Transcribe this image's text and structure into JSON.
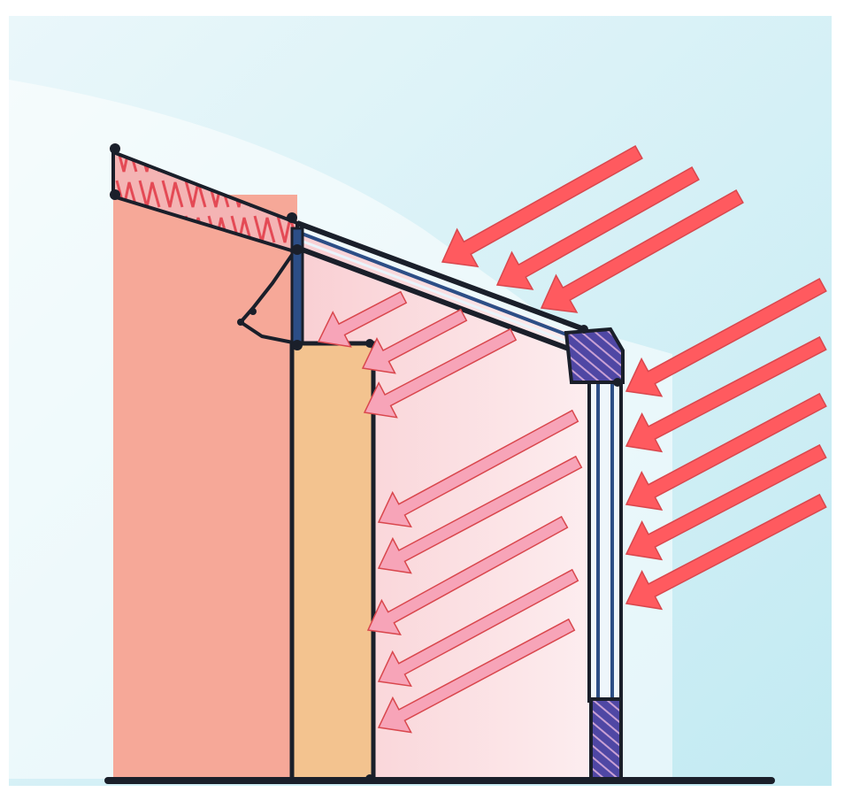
{
  "diagram": {
    "subject": "sunspace-cross-section",
    "text_labels": [],
    "elements": {
      "sky": "sky-background",
      "house_wall": "house-wall",
      "roof_insulation": "roof-insulation",
      "glazed_roof": "glazed-roof",
      "vertical_glazing": "vertical-glazing",
      "thermal_mass_wall": "thermal-mass-wall",
      "interior_blind": "interior-blind",
      "ground_line": "ground-line"
    },
    "arrows": {
      "incoming_solar": {
        "count": 8,
        "color": "#ff5a5f"
      },
      "transmitted_solar": {
        "count": 8,
        "color": "#f7a4b8"
      }
    }
  },
  "colors": {
    "sky_light": "#dff4f8",
    "sky_blue": "#c2eaf2",
    "wall_pink": "#f6a898",
    "sunspace_pink": "#fbe0e2",
    "mass_wall": "#f3c38f",
    "frame_dark": "#1a1f2a",
    "glass_blue": "#2c4e86",
    "corner_block": "#5148a6",
    "incoming_arrow": "#ff5a5f",
    "transmitted_arrow": "#f7a4b8"
  }
}
